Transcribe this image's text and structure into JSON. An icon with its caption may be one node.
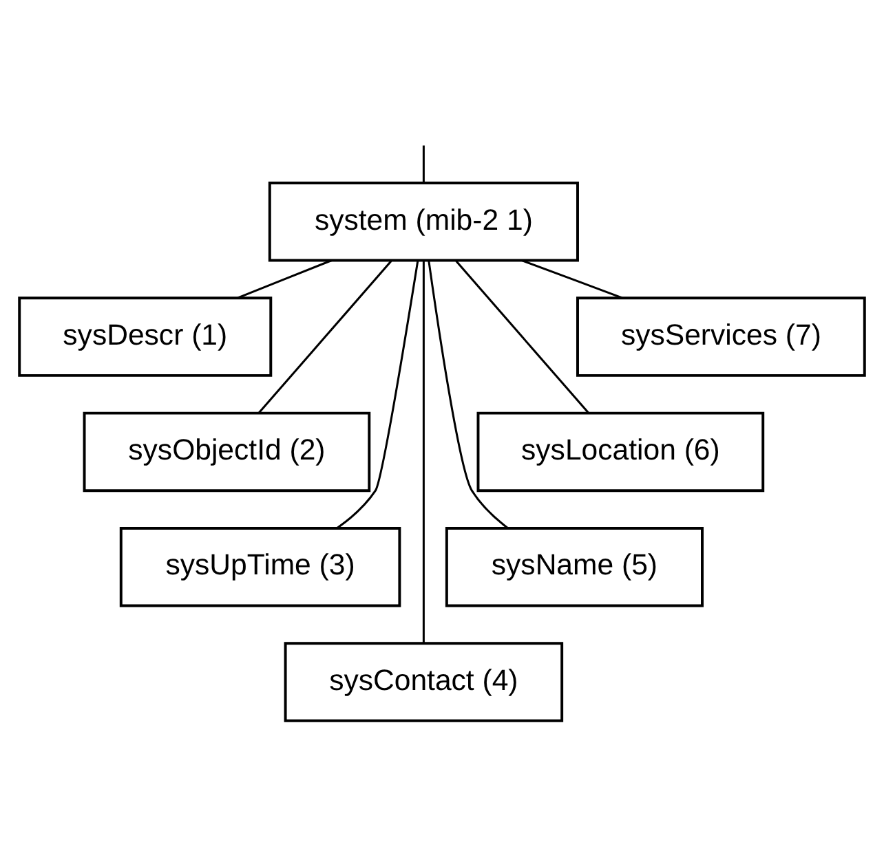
{
  "diagram": {
    "nodes": [
      {
        "text": [
          "system (mib-2 1)"
        ]
      },
      {
        "text": [
          "sysDescr (1)"
        ]
      },
      {
        "text": [
          "sysObjectId (2)"
        ]
      },
      {
        "text": [
          "sysUpTime (3)"
        ]
      },
      {
        "text": [
          "sysContact (4)"
        ]
      },
      {
        "text": [
          "sysName (5)"
        ]
      },
      {
        "text": [
          "sysLocation (6)"
        ]
      },
      {
        "text": [
          "sysServices (7)"
        ]
      }
    ],
    "edges": [
      {
        "from": null,
        "to": 0,
        "arrow": "none"
      },
      {
        "from": 0,
        "to": 1,
        "arrow": "none"
      },
      {
        "from": 0,
        "to": 2,
        "arrow": "none"
      },
      {
        "from": 0,
        "to": 3,
        "arrow": "none"
      },
      {
        "from": 0,
        "to": 4,
        "arrow": "none"
      },
      {
        "from": 0,
        "to": 5,
        "arrow": "none"
      },
      {
        "from": 0,
        "to": 6,
        "arrow": "none"
      },
      {
        "from": 0,
        "to": 7,
        "arrow": "none"
      }
    ]
  }
}
